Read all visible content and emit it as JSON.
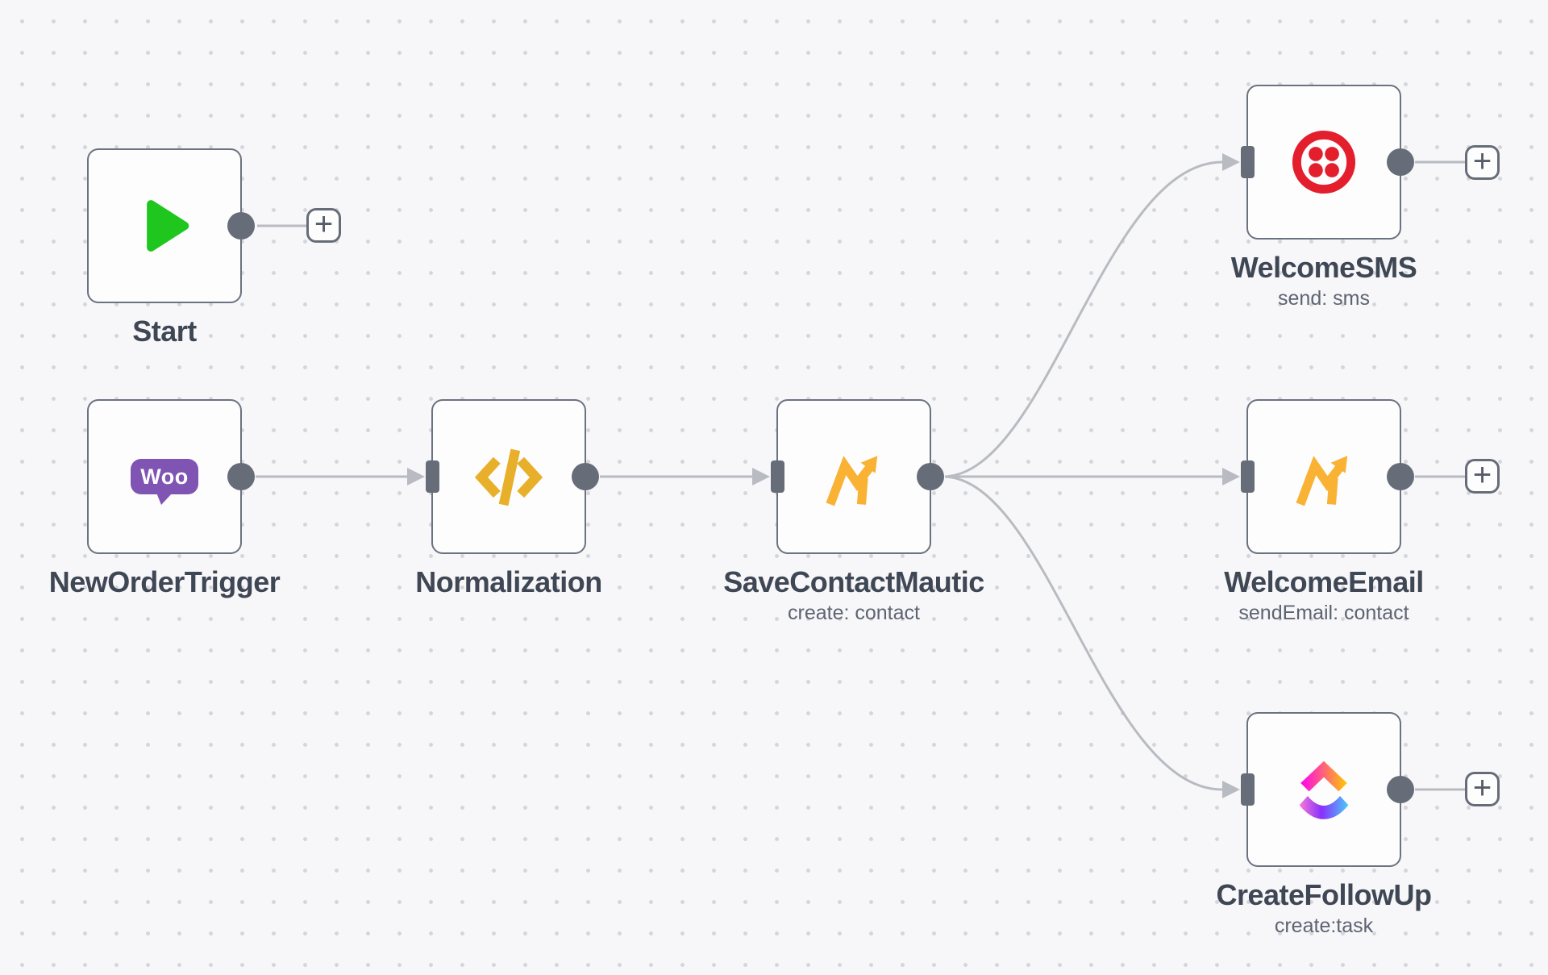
{
  "app": {
    "name": "workflow-editor-canvas",
    "description_visible": ""
  },
  "ui": {
    "plus_glyph": "+"
  },
  "colors": {
    "canvas_background": "#f7f7f9",
    "grid_dot": "#d5d5db",
    "node_border": "#6b7280",
    "connector": "#666d78",
    "edge": "#b8bbc2",
    "title_text": "#3f4755",
    "subtitle_text": "#5d6472",
    "start_green": "#1ec61e",
    "woo_purple": "#7f54b3",
    "code_gold": "#e8b02a",
    "mautic_orange": "#f9b233",
    "twilio_red": "#e31e2d",
    "clickup_gradient_top": [
      "#ff02f0",
      "#ffc800"
    ],
    "clickup_gradient_bottom": [
      "#8930fd",
      "#49ccf9"
    ]
  },
  "icons": {
    "start": "play-icon",
    "new_order_trigger": "woocommerce-icon",
    "normalization": "code-icon",
    "save_contact_mautic": "mautic-icon",
    "welcome_sms": "twilio-icon",
    "welcome_email": "mautic-icon",
    "create_follow_up": "clickup-icon",
    "add_node": "plus-icon",
    "woo_wordmark": "Woo"
  },
  "nodes": [
    {
      "id": "start",
      "label": "Start",
      "subtitle": "",
      "icon": "play-icon"
    },
    {
      "id": "new-order-trigger",
      "label": "NewOrderTrigger",
      "subtitle": "",
      "icon": "woocommerce-icon"
    },
    {
      "id": "normalization",
      "label": "Normalization",
      "subtitle": "",
      "icon": "code-icon"
    },
    {
      "id": "save-contact-mautic",
      "label": "SaveContactMautic",
      "subtitle": "create: contact",
      "icon": "mautic-icon"
    },
    {
      "id": "welcome-sms",
      "label": "WelcomeSMS",
      "subtitle": "send: sms",
      "icon": "twilio-icon"
    },
    {
      "id": "welcome-email",
      "label": "WelcomeEmail",
      "subtitle": "sendEmail: contact",
      "icon": "mautic-icon"
    },
    {
      "id": "create-follow-up",
      "label": "CreateFollowUp",
      "subtitle": "create:task",
      "icon": "clickup-icon"
    }
  ],
  "connections": [
    {
      "from": "NewOrderTrigger",
      "to": "Normalization"
    },
    {
      "from": "Normalization",
      "to": "SaveContactMautic"
    },
    {
      "from": "SaveContactMautic",
      "to": "WelcomeSMS"
    },
    {
      "from": "SaveContactMautic",
      "to": "WelcomeEmail"
    },
    {
      "from": "SaveContactMautic",
      "to": "CreateFollowUp"
    }
  ]
}
